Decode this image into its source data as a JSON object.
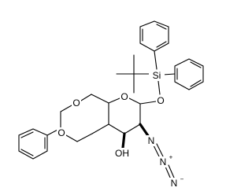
{
  "molecule": {
    "atoms": {
      "ring_o": "O",
      "glyco_o": "O",
      "si": "Si",
      "acetal_o1": "O",
      "acetal_o2": "O",
      "hydroxyl": "OH",
      "azide_n1": "N",
      "azide_n2": "N",
      "azide_n3": "N",
      "azide_n2_charge": "+",
      "azide_n3_charge": "−"
    }
  }
}
